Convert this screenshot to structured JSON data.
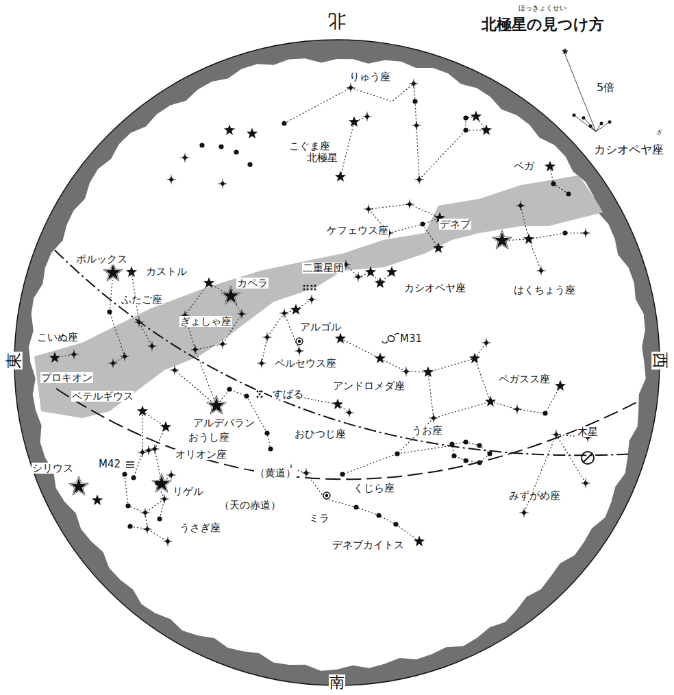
{
  "diagram": {
    "title": "北極星の見つけ方",
    "labels": [
      "ほっきょくせい",
      "北",
      "5倍",
      "カシオペヤ座",
      "ざ",
      "りゅう座",
      "こぐま座",
      "北極星",
      "ベガ",
      "ケフェウス座",
      "デネブ",
      "はくちょう座",
      "ポルックス",
      "カストル",
      "カペラ",
      "二重星団",
      "カシオペヤ座",
      "ふたご座",
      "ぎょしゃ座",
      "アルゴル",
      "M31",
      "東",
      "こいぬ座",
      "ペルセウス座",
      "西",
      "プロキオン",
      "すばる",
      "アンドロメダ座",
      "ペガスス座",
      "ベテルギウス",
      "アルデバラン",
      "おうし座",
      "おひつじ座",
      "うお座",
      "M42",
      "オリオン座",
      "（黄道）",
      "木星",
      "シリウス",
      "（天の赤道）",
      "リゲル",
      "くじら座",
      "ミラ",
      "みずがめ座",
      "うさぎ座",
      "デネブカイトス",
      "南"
    ]
  }
}
